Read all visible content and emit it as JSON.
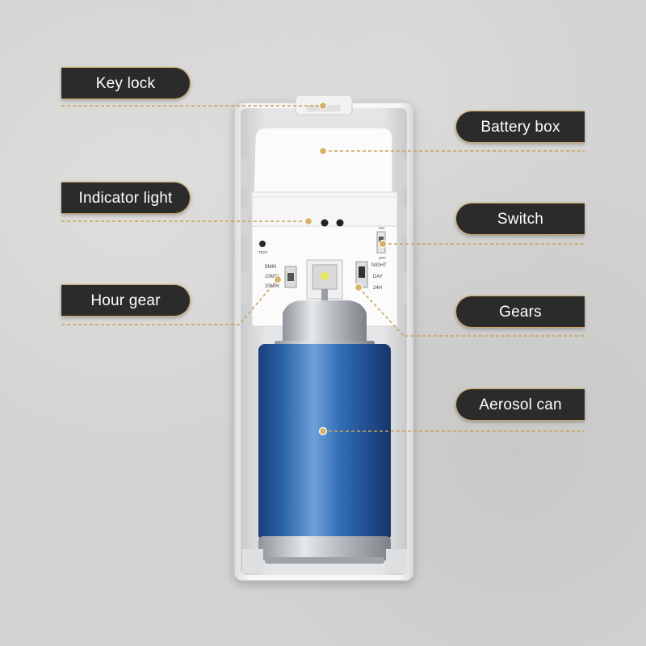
{
  "colors": {
    "label_background": "#2b2b2b",
    "label_border": "#cfa966",
    "leader_line": "#c9a15c",
    "can_blue": "#2a63a8",
    "housing": "#f4f4f4"
  },
  "device": {
    "switch_left": [
      "5MIN",
      "10MIN",
      "20MIN"
    ],
    "switch_right": [
      "NIGHT",
      "DAY",
      "24H"
    ],
    "small_button": "TEST",
    "power_switch": [
      "ON",
      "OFF"
    ]
  },
  "callouts": [
    {
      "id": "key-lock",
      "label": "Key lock"
    },
    {
      "id": "battery-box",
      "label": "Battery box"
    },
    {
      "id": "indicator-light",
      "label": "Indicator light"
    },
    {
      "id": "switch",
      "label": "Switch"
    },
    {
      "id": "hour-gear",
      "label": "Hour gear"
    },
    {
      "id": "gears",
      "label": "Gears"
    },
    {
      "id": "aerosol-can",
      "label": "Aerosol can"
    }
  ]
}
